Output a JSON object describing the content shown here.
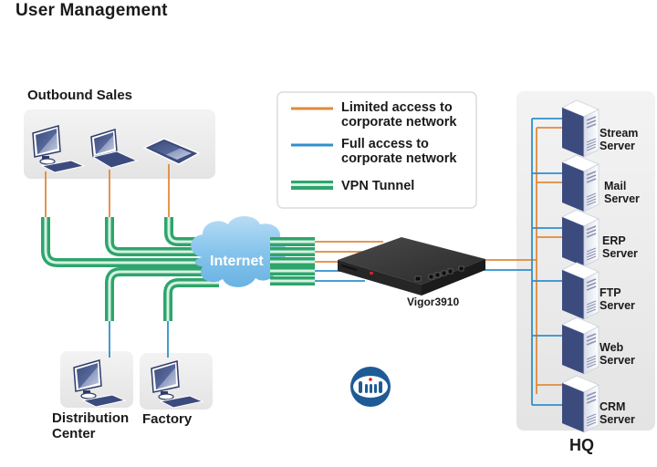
{
  "title": "User Management",
  "colors": {
    "limited_access": "#e08a3c",
    "full_access": "#2f8fcc",
    "vpn_tunnel": "#2ea56b",
    "cloud": "#7fc1ea",
    "server_blue": "#3c4b7e",
    "panel_bg": "#ececec"
  },
  "legend": {
    "items": [
      {
        "type": "limited",
        "line1": "Limited access to",
        "line2": "corporate network"
      },
      {
        "type": "full",
        "line1": "Full access to",
        "line2": "corporate network"
      },
      {
        "type": "vpn",
        "line1": "VPN Tunnel",
        "line2": ""
      }
    ]
  },
  "groups": {
    "outbound_sales": {
      "label": "Outbound  Sales",
      "devices": [
        "desktop",
        "laptop",
        "tablet"
      ]
    },
    "distribution_center": {
      "line1": "Distribution",
      "line2": "Center"
    },
    "factory": {
      "label": "Factory"
    },
    "hq": {
      "label": "HQ"
    }
  },
  "internet": {
    "label": "Internet"
  },
  "router": {
    "label": "Vigor3910"
  },
  "servers": [
    {
      "line1": "Stream",
      "line2": "Server"
    },
    {
      "line1": "Mail",
      "line2": "Server"
    },
    {
      "line1": "ERP",
      "line2": "Server"
    },
    {
      "line1": "FTP",
      "line2": "Server"
    },
    {
      "line1": "Web",
      "line2": "Server"
    },
    {
      "line1": "CRM",
      "line2": "Server"
    }
  ]
}
